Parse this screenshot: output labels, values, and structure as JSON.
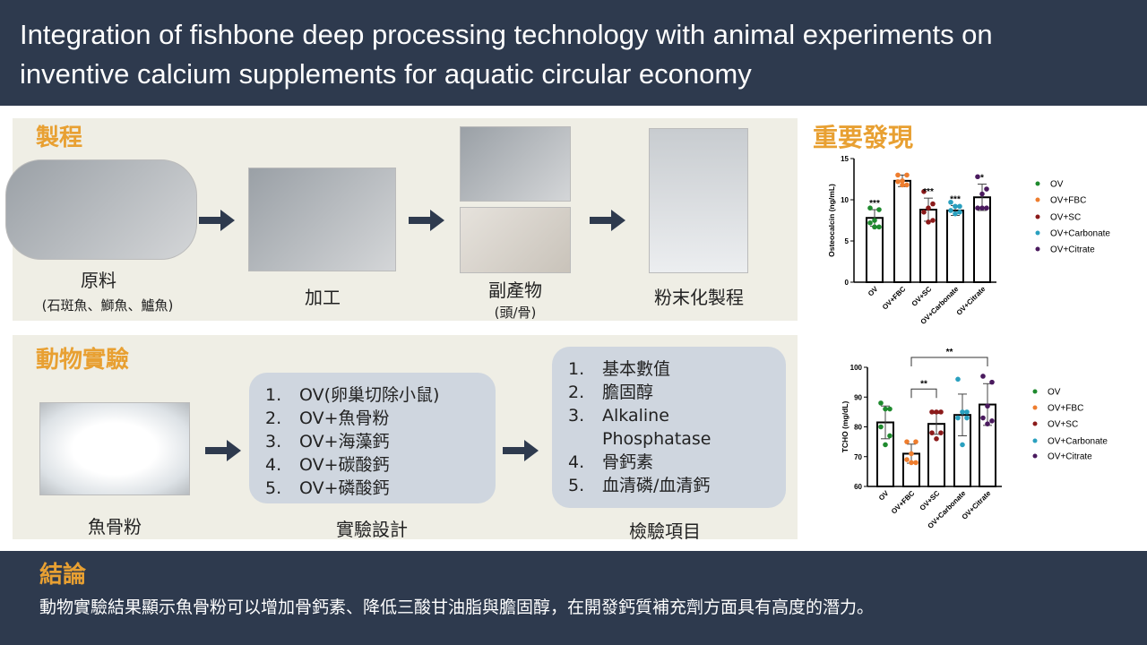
{
  "header": {
    "title_line1": "Integration of fishbone deep processing technology with animal experiments on",
    "title_line2": "inventive calcium supplements for aquatic circular economy"
  },
  "process": {
    "heading": "製程",
    "steps": [
      {
        "label": "原料",
        "sub": "(石斑魚、鰤魚、鱸魚)"
      },
      {
        "label": "加工"
      },
      {
        "label": "副產物",
        "sub": "(頭/骨)"
      },
      {
        "label": "粉末化製程"
      }
    ]
  },
  "animal": {
    "heading": "動物實驗",
    "powder_label": "魚骨粉",
    "design_label": "實驗設計",
    "design_items": [
      "OV(卵巢切除小鼠)",
      "OV+魚骨粉",
      "OV+海藻鈣",
      "OV+碳酸鈣",
      "OV+磷酸鈣"
    ],
    "tests_label": "檢驗項目",
    "test_items": [
      "基本數值",
      "膽固醇",
      "Alkaline Phosphatase",
      "骨鈣素",
      "血清磷/血清鈣"
    ]
  },
  "findings": {
    "heading": "重要發現"
  },
  "conclusion": {
    "heading": "結論",
    "text": "動物實驗結果顯示魚骨粉可以增加骨鈣素、降低三酸甘油脂與膽固醇，在開發鈣質補充劑方面具有高度的潛力。"
  },
  "colors": {
    "accent": "#e8a032",
    "navy": "#2e3a4e",
    "groups": [
      "#1f8a2e",
      "#ee7d2e",
      "#8b1a1a",
      "#2aa0bf",
      "#4a1a5e"
    ]
  },
  "chart_data": [
    {
      "type": "bar",
      "title": "",
      "ylabel": "Osteocalcin (ng/mL)",
      "ylim": [
        0,
        15
      ],
      "yticks": [
        "0",
        "5",
        "10",
        "15"
      ],
      "categories": [
        "OV",
        "OV+FBC",
        "OV+SC",
        "OV+Carbonate",
        "OV+Citrate"
      ],
      "values": [
        7.8,
        12.3,
        8.8,
        8.7,
        10.3
      ],
      "sd": [
        1.0,
        0.7,
        1.4,
        0.6,
        1.6
      ],
      "points": [
        [
          9.0,
          8.8,
          7.5,
          7.2,
          6.7,
          6.7
        ],
        [
          13.0,
          13.0,
          12.3,
          12.2,
          11.8,
          11.8
        ],
        [
          11.0,
          9.5,
          9.0,
          8.5,
          7.5,
          7.3
        ],
        [
          9.7,
          9.2,
          9.2,
          8.7,
          8.5,
          8.3
        ],
        [
          12.8,
          11.3,
          10.7,
          9.0,
          9.0,
          9.0
        ]
      ],
      "significance": [
        "***",
        "",
        "***",
        "***",
        "*"
      ],
      "legend": [
        "OV",
        "OV+FBC",
        "OV+SC",
        "OV+Carbonate",
        "OV+Citrate"
      ],
      "legend_position": "right"
    },
    {
      "type": "bar",
      "title": "",
      "ylabel": "TCHO (mg/dL)",
      "ylim": [
        60,
        100
      ],
      "yticks": [
        "60",
        "70",
        "80",
        "90",
        "100"
      ],
      "categories": [
        "OV",
        "OV+FBC",
        "OV+SC",
        "OV+Carbonate",
        "OV+Citrate"
      ],
      "values": [
        81.5,
        71,
        81,
        84,
        87.5
      ],
      "sd": [
        5.5,
        3.2,
        3.5,
        7,
        7
      ],
      "points": [
        [
          88,
          86,
          86,
          80,
          77,
          74
        ],
        [
          75,
          75,
          71,
          69,
          68,
          68
        ],
        [
          85,
          85,
          85,
          78,
          78,
          76
        ],
        [
          96,
          85,
          85,
          83,
          83,
          74
        ],
        [
          97,
          95,
          87,
          83,
          82,
          81
        ]
      ],
      "brackets": [
        {
          "from": 1,
          "to": 2,
          "level": 92.7,
          "label": "**"
        },
        {
          "from": 1,
          "to": 4,
          "level": 103.3,
          "label": "**"
        }
      ],
      "legend": [
        "OV",
        "OV+FBC",
        "OV+SC",
        "OV+Carbonate",
        "OV+Citrate"
      ],
      "legend_position": "right"
    }
  ]
}
